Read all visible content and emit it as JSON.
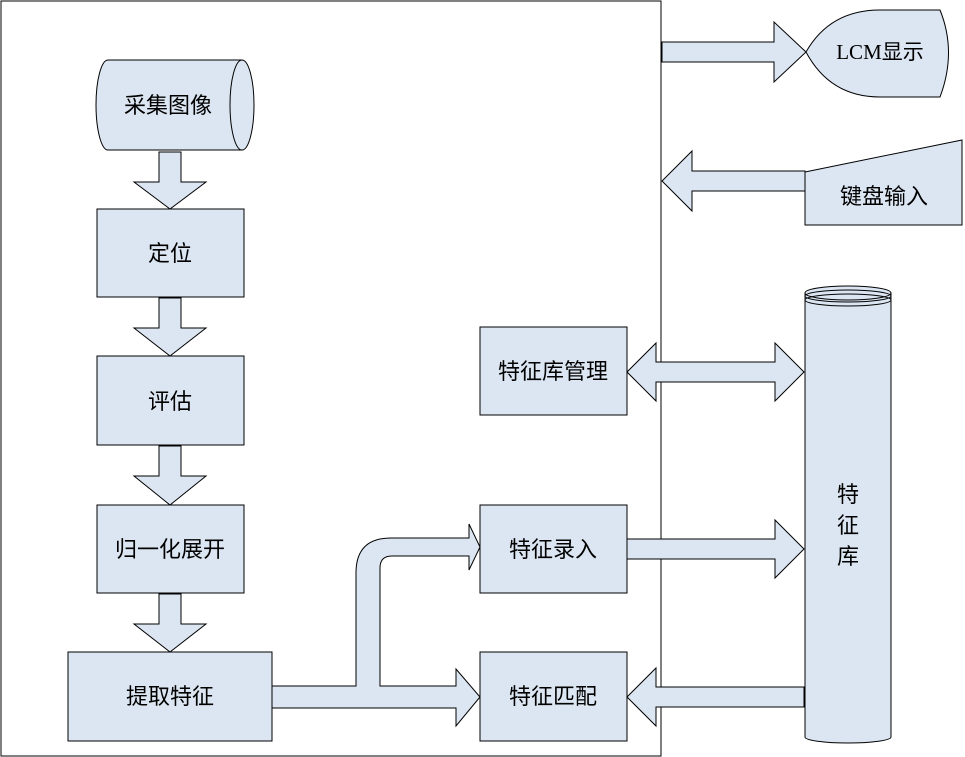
{
  "nodes": {
    "capture": "采集图像",
    "locate": "定位",
    "evaluate": "评估",
    "normalize": "归一化展开",
    "extract": "提取特征",
    "enroll": "特征录入",
    "match": "特征匹配",
    "manage": "特征库管理",
    "lcm": "LCM显示",
    "keyboard": "键盘输入",
    "database": [
      "特",
      "征",
      "库"
    ]
  },
  "colors": {
    "fill": "#dce6f2",
    "stroke": "#000000",
    "background": "#ffffff"
  }
}
